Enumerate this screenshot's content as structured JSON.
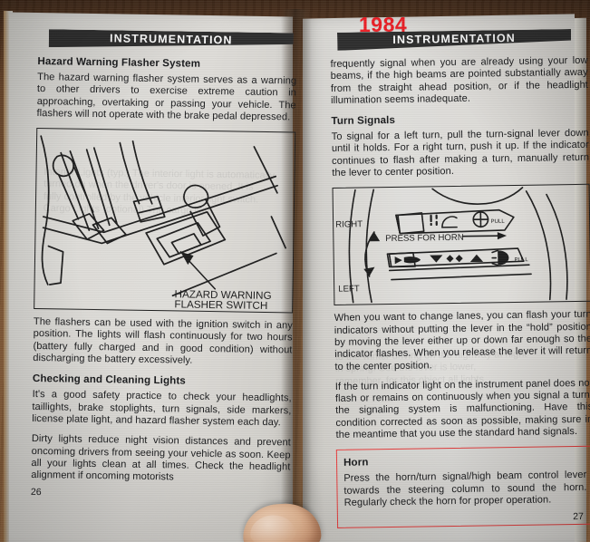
{
  "annotation": {
    "year_stamp": "1984"
  },
  "left_page": {
    "banner": "INSTRUMENTATION",
    "page_number": "26",
    "sections": [
      {
        "heading": "Hazard Warning Flasher System",
        "paragraphs": [
          "The hazard warning flasher system serves as a warning to other drivers to exercise extreme caution in approaching, overtaking or passing your vehicle. The flashers will not operate with the brake pedal depressed."
        ]
      }
    ],
    "figure": {
      "caption_line1": "HAZARD WARNING",
      "caption_line2": "FLASHER SWITCH",
      "description": "line drawing of driver footwell with hazard warning flasher switch on steering column"
    },
    "after_figure_paragraphs": [
      "The flashers can be used with the ignition switch in any position. The lights will flash continuously for two hours (battery fully charged and in good condition) without discharging the battery excessively."
    ],
    "section2": {
      "heading": "Checking and Cleaning Lights",
      "paragraphs": [
        "It's a good safety practice to check your headlights, taillights, brake stoplights, turn signals, side markers, license plate light, and hazard flasher system each day.",
        "Dirty lights reduce night vision distances and prevent oncoming drivers from seeing your vehicle as soon. Keep all your lights clean at all times. Check the headlight alignment if oncoming motorists"
      ]
    }
  },
  "right_page": {
    "banner": "INSTRUMENTATION",
    "page_number": "27",
    "intro_paragraph": "frequently signal when you are already using your low beams, if the high beams are pointed substantially away from the straight ahead position, or if the headlight illumination seems inadequate.",
    "section_turn_signals": {
      "heading": "Turn Signals",
      "paragraph_before_figure": "To signal for a left turn, pull the turn-signal lever down until it holds. For a right turn, push it up. If the indicator continues to flash after making a turn, manually return the lever to center position.",
      "paragraphs_after_figure": [
        "When you want to change lanes, you can flash your turn indicators without putting the lever in the “hold” position by moving the lever either up or down far enough so the indicator flashes. When you release the lever it will return to the center position.",
        "If the turn indicator light on the instrument panel does not flash or remains on continuously when you signal a turn, the signaling system is malfunctioning. Have this condition corrected as soon as possible, making sure in the meantime that you use the standard hand signals."
      ]
    },
    "figure": {
      "label_right": "RIGHT",
      "label_left": "LEFT",
      "label_horn": "PRESS FOR HORN",
      "label_pull_upper": "PULL",
      "label_pull_lower": "PULL",
      "description": "line drawing of steering column with turn-signal / wiper / headlight lever, arrows showing up for right and down for left"
    },
    "section_horn": {
      "heading": "Horn",
      "paragraph": "Press the horn/turn signal/high beam control lever towards the steering column to sound the horn. Regularly check the horn for proper operation.",
      "box_color": "#e83a3a"
    }
  },
  "colors": {
    "banner_bg": "#2b2b2b",
    "banner_text": "#ffffff",
    "paper": "#dcdad6",
    "ink": "#17181a",
    "annotation_red": "#ee1c23",
    "table_wood": "#7c5330"
  }
}
